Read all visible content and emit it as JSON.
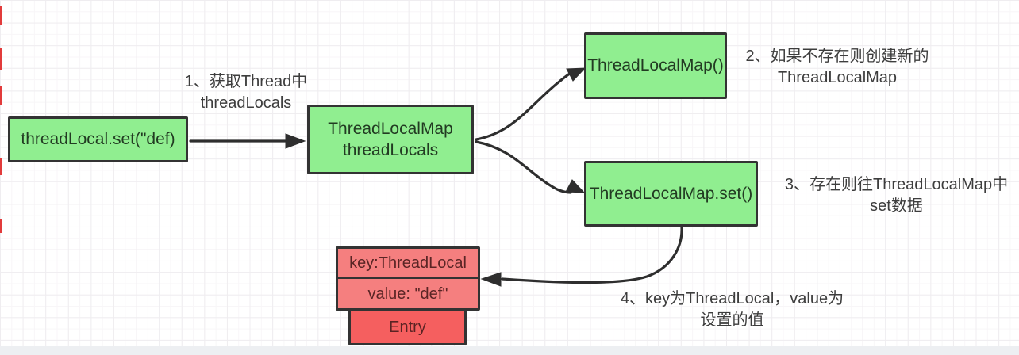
{
  "diagram": {
    "title_semantic": "ThreadLocal set flow diagram",
    "nodes": {
      "set_call": {
        "label": "threadLocal.set(\"def)"
      },
      "map_field": {
        "line1": "ThreadLocalMap",
        "line2": "threadLocals"
      },
      "new_map": {
        "label": "ThreadLocalMap()"
      },
      "map_set": {
        "label": "ThreadLocalMap.set()"
      },
      "entry_key": {
        "label": "key:ThreadLocal"
      },
      "entry_value": {
        "label": "value: \"def\""
      },
      "entry": {
        "label": "Entry"
      }
    },
    "annotations": {
      "step1": {
        "line1": "1、获取Thread中",
        "line2": "threadLocals"
      },
      "step2": {
        "line1": "2、如果不存在则创建新的",
        "line2": "ThreadLocalMap"
      },
      "step3": {
        "line1": "3、存在则往ThreadLocalMap中",
        "line2": "set数据"
      },
      "step4": {
        "line1": "4、key为ThreadLocal，value为",
        "line2": "设置的值"
      }
    },
    "colors": {
      "node_green": "#90ee90",
      "node_pink": "#f57f7f",
      "node_red": "#f55f5f",
      "border": "#333333",
      "arrow": "#2e2e2e",
      "edge_mark": "#e23b3b"
    }
  }
}
